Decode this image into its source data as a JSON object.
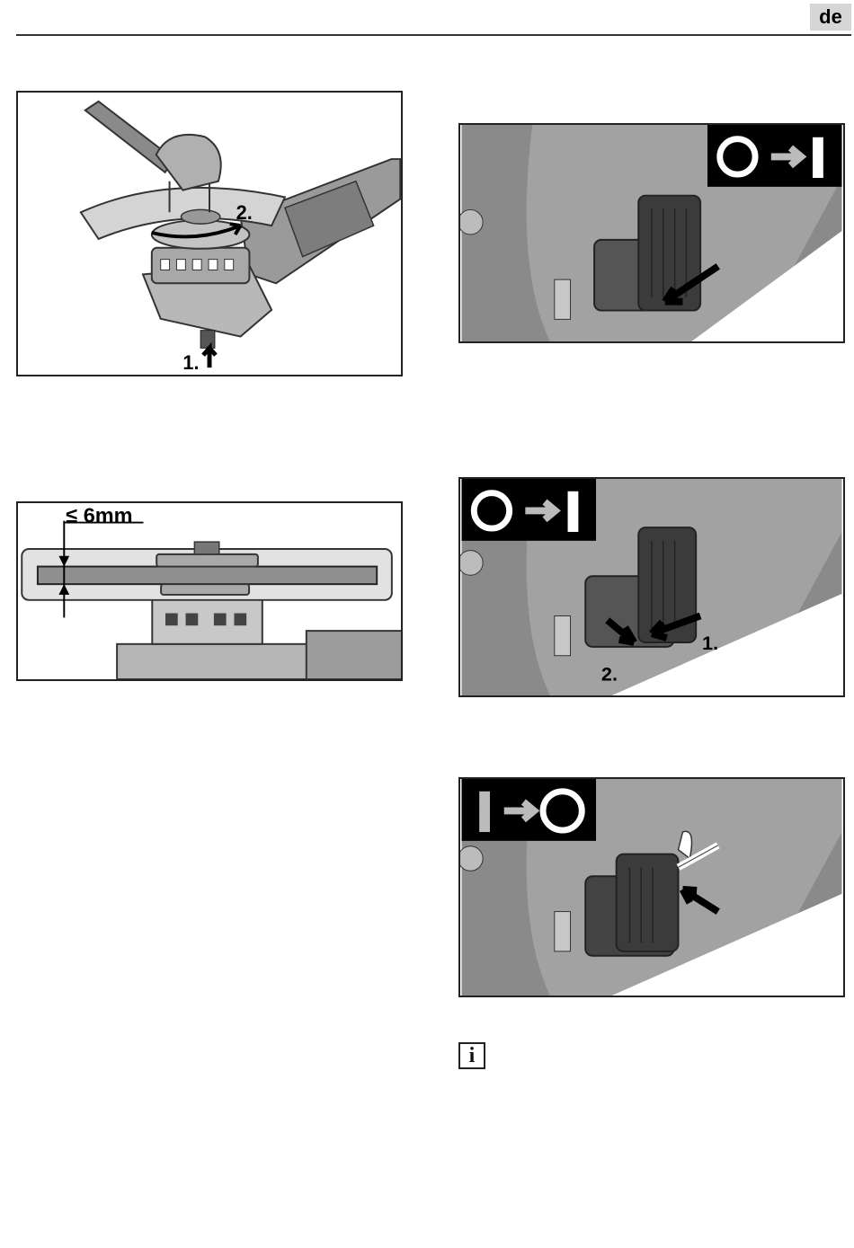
{
  "header": {
    "language": "de"
  },
  "figures": {
    "grinder_assembly": {
      "step1": "1.",
      "step2": "2."
    },
    "disc_thickness": {
      "label": "≤ 6mm"
    },
    "switch_on": {
      "symbol_off": "O",
      "symbol_on": "I"
    },
    "switch_lock": {
      "symbol_off": "O",
      "symbol_on": "I",
      "step1": "1.",
      "step2": "2."
    },
    "switch_off": {
      "symbol_on": "I",
      "symbol_off": "O"
    }
  },
  "info": {
    "icon": "info-icon",
    "glyph": "i"
  }
}
